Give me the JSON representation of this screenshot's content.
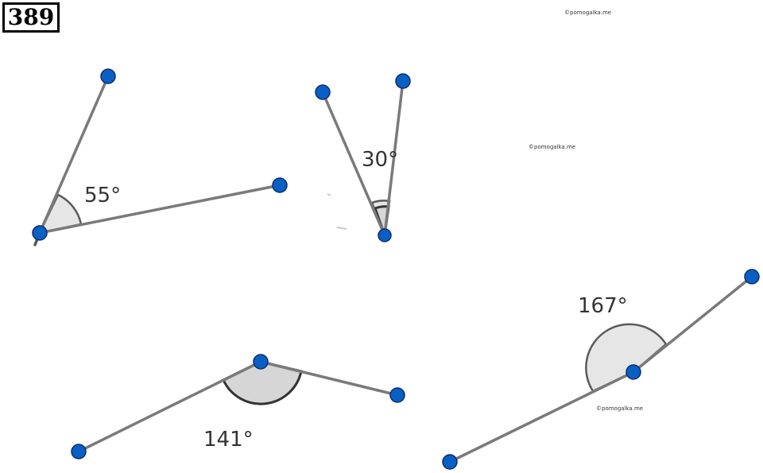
{
  "problem_number": "389",
  "watermark_text": "©pomogalka.me",
  "angles": [
    {
      "label": "55°"
    },
    {
      "label": "30°"
    },
    {
      "label": "141°"
    },
    {
      "label": "167°"
    }
  ],
  "colors": {
    "point": "#0a5fc4",
    "ray": "#7a7a7a",
    "arc_fill": "#e6e6e6"
  }
}
